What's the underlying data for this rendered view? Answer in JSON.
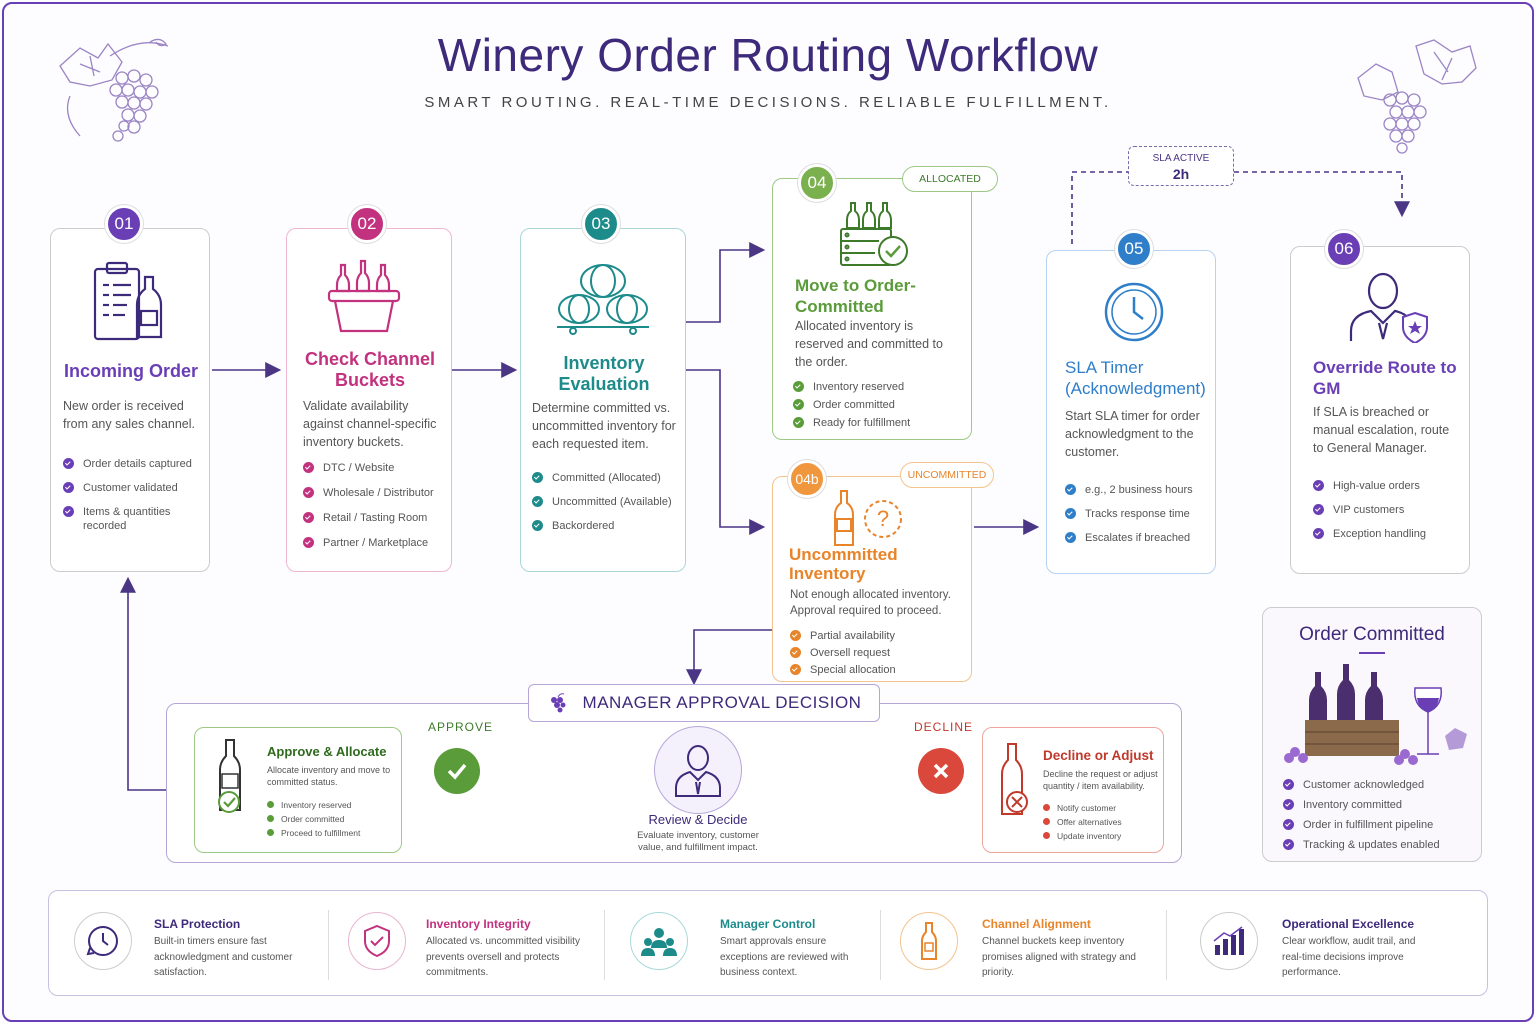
{
  "title": "Winery Order Routing Workflow",
  "subtitle": "SMART ROUTING. REAL-TIME DECISIONS. RELIABLE FULFILLMENT.",
  "colors": {
    "purple": "#6a3fb5",
    "pink": "#c2327e",
    "teal": "#1e8b8b",
    "green": "#5a9b3a",
    "orange": "#e8842a",
    "blue": "#2e7ec9",
    "red": "#d9483b",
    "navy": "#3d2a7a"
  },
  "steps": [
    {
      "num": "01",
      "title": "Incoming Order",
      "desc": "New order is received from any sales channel.",
      "items": [
        "Order details captured",
        "Customer validated",
        "Items & quantities recorded"
      ],
      "icon": "clipboard-bottle-icon"
    },
    {
      "num": "02",
      "title": "Check Channel Buckets",
      "desc": "Validate availability against channel-specific inventory buckets.",
      "items": [
        "DTC / Website",
        "Wholesale / Distributor",
        "Retail / Tasting Room",
        "Partner / Marketplace"
      ],
      "icon": "wine-bucket-icon"
    },
    {
      "num": "03",
      "title": "Inventory Evaluation",
      "desc": "Determine committed vs. uncommitted inventory for each requested item.",
      "items": [
        "Committed (Allocated)",
        "Uncommitted (Available)",
        "Backordered"
      ],
      "icon": "barrels-icon"
    },
    {
      "num": "04",
      "tag": "ALLOCATED",
      "title": "Move to Order-Committed",
      "desc": "Allocated inventory is reserved and committed to the order.",
      "items": [
        "Inventory reserved",
        "Order committed",
        "Ready for fulfillment"
      ],
      "icon": "bottles-check-icon"
    },
    {
      "num": "04b",
      "tag": "UNCOMMITTED",
      "title": "Uncommitted Inventory",
      "desc": "Not enough allocated inventory. Approval required to proceed.",
      "items": [
        "Partial availability",
        "Oversell request",
        "Special allocation"
      ],
      "icon": "bottle-question-icon"
    },
    {
      "num": "05",
      "title": "SLA Timer (Acknowledgment)",
      "desc": "Start SLA timer for order acknowledgment to the customer.",
      "items": [
        "e.g., 2 business hours",
        "Tracks response time",
        "Escalates if breached"
      ],
      "icon": "clock-icon"
    },
    {
      "num": "06",
      "title": "Override Route to GM",
      "desc": "If SLA is breached or manual escalation, route to General Manager.",
      "items": [
        "High-value orders",
        "VIP customers",
        "Exception handling"
      ],
      "icon": "manager-shield-icon"
    }
  ],
  "sla": {
    "label": "SLA ACTIVE",
    "value": "2h"
  },
  "manager": {
    "header": "MANAGER APPROVAL DECISION",
    "approve_label": "APPROVE",
    "decline_label": "DECLINE",
    "review_title": "Review & Decide",
    "review_desc": "Evaluate inventory, customer value, and fulfillment impact.",
    "approve": {
      "title": "Approve & Allocate",
      "desc": "Allocate inventory and move to committed status.",
      "items": [
        "Inventory reserved",
        "Order committed",
        "Proceed to fulfillment"
      ]
    },
    "decline": {
      "title": "Decline or Adjust",
      "desc": "Decline the request or adjust quantity / item availability.",
      "items": [
        "Notify customer",
        "Offer alternatives",
        "Update inventory"
      ]
    }
  },
  "committed": {
    "title": "Order Committed",
    "items": [
      "Customer acknowledged",
      "Inventory committed",
      "Order in fulfillment pipeline",
      "Tracking & updates enabled"
    ]
  },
  "features": [
    {
      "title": "SLA Protection",
      "desc": "Built-in timers ensure fast acknowledgment and customer satisfaction.",
      "icon": "clock-icon"
    },
    {
      "title": "Inventory Integrity",
      "desc": "Allocated vs. uncommitted visibility prevents oversell and protects commitments.",
      "icon": "shield-check-icon"
    },
    {
      "title": "Manager Control",
      "desc": "Smart approvals ensure exceptions are reviewed with business context.",
      "icon": "team-icon"
    },
    {
      "title": "Channel Alignment",
      "desc": "Channel buckets keep inventory promises aligned with strategy and priority.",
      "icon": "bottle-icon"
    },
    {
      "title": "Operational Excellence",
      "desc": "Clear workflow, audit trail, and real-time decisions improve performance.",
      "icon": "bar-chart-icon"
    }
  ]
}
